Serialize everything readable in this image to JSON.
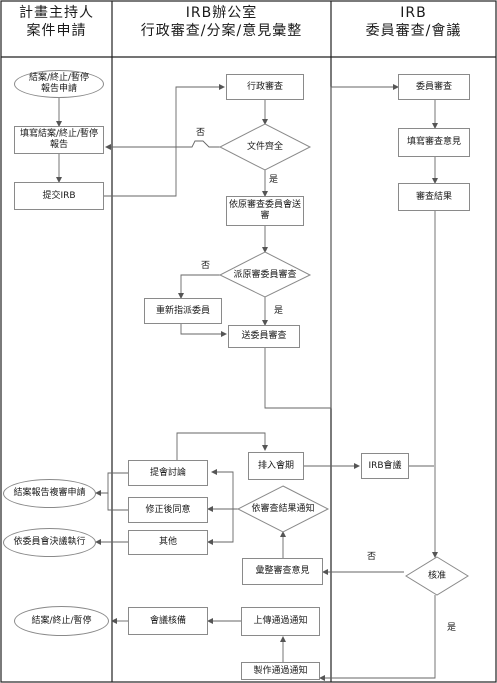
{
  "headers": {
    "pi": [
      "計畫主持人",
      "案件申請"
    ],
    "office": [
      "IRB辦公室",
      "行政審查/分案/意見彙整"
    ],
    "committee": [
      "IRB",
      "委員審查/會議"
    ]
  },
  "nodes": {
    "closure_request": "結案/終止/暫停報告申請",
    "fill_report": "填寫結案/終止/暫停報告",
    "submit_irb": "提交IRB",
    "admin_review": "行政審查",
    "docs_complete": "文件齊全",
    "send_per_original": "依原審查委員會送審",
    "original_reviewer": "派原審委員審查",
    "reassign": "重新指派委員",
    "send_review": "送委員審查",
    "member_review": "委員審查",
    "fill_opinion": "填寫審查意見",
    "review_result": "審查結果",
    "schedule": "排入會期",
    "irb_meeting": "IRB會議",
    "meeting_discussion": "提會討論",
    "approve_after_revision": "修正後同意",
    "other": "其他",
    "notify_by_result": "依審查結果通知",
    "collect_opinion": "彙整審查意見",
    "approved": "核准",
    "report_rereview": "結案報告複審申請",
    "follow_resolution": "依委員會決議執行",
    "meeting_record": "會議核備",
    "upload_notice": "上傳通過通知",
    "make_notice": "製作通過通知",
    "closure_done": "結案/終止/暫停"
  },
  "labels": {
    "yes": "是",
    "no": "否"
  }
}
